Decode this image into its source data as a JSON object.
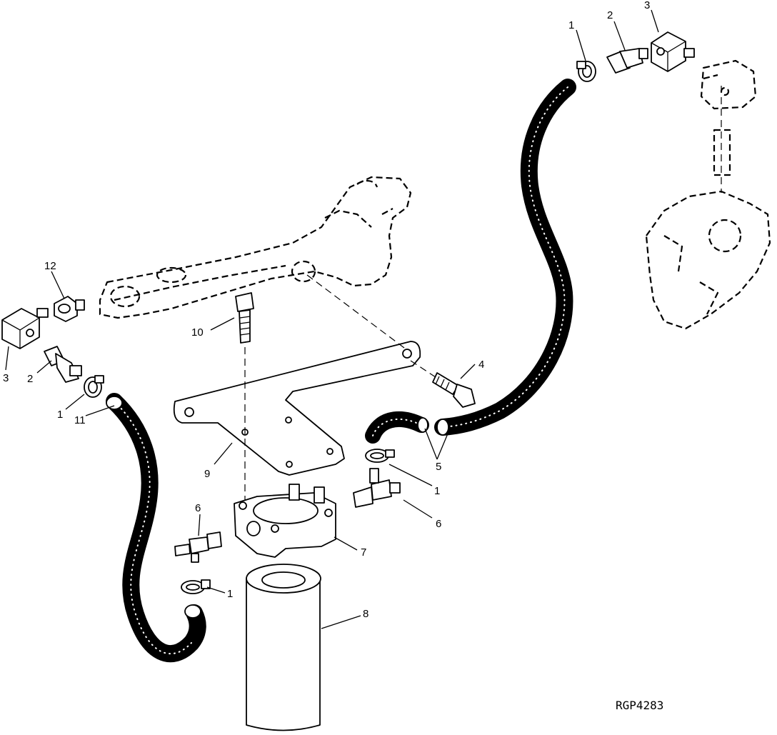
{
  "figure_code": "RGP4283",
  "callouts": {
    "c1_top": "1",
    "c2_top": "2",
    "c3_top": "3",
    "c12": "12",
    "c3_left": "3",
    "c2_left": "2",
    "c1_left": "1",
    "c11": "11",
    "c10": "10",
    "c4": "4",
    "c9": "9",
    "c5": "5",
    "c1_mid": "1",
    "c6_right": "6",
    "c6_left": "6",
    "c7": "7",
    "c1_bottom": "1",
    "c8": "8"
  }
}
